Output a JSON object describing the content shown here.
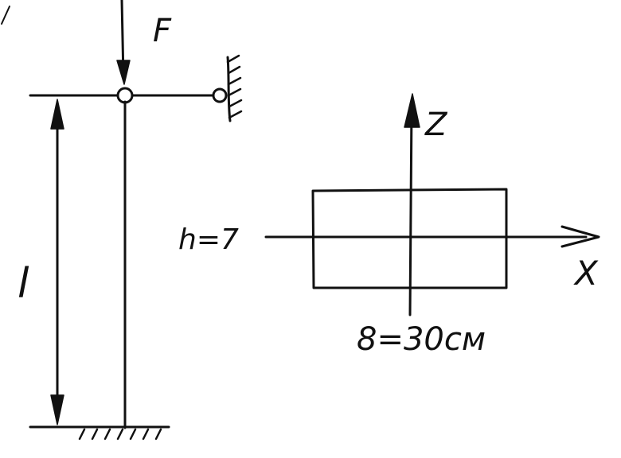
{
  "column": {
    "force_label": "F",
    "length_label": "l"
  },
  "section": {
    "axis_z_label": "Z",
    "axis_x_label": "X",
    "height_label": "h=7",
    "width_label": "8=30см"
  }
}
